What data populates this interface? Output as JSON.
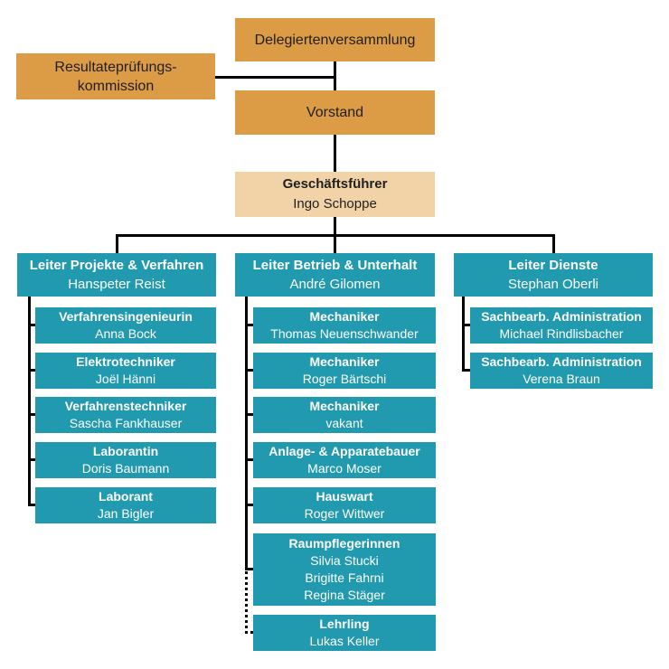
{
  "colors": {
    "orange": "#DC9B45",
    "tan": "#F1D3A7",
    "teal": "#2199AE"
  },
  "top_nodes": {
    "delegiertenversammlung": {
      "title": "Delegiertenversammlung"
    },
    "resultatepruefungskommission": {
      "line1": "Resultateprüfungs-",
      "line2": "kommission"
    },
    "vorstand": {
      "title": "Vorstand"
    },
    "geschaeftsfuehrer": {
      "title": "Geschäftsführer",
      "name": "Ingo Schoppe"
    }
  },
  "columns": [
    {
      "head": {
        "title": "Leiter Projekte & Verfahren",
        "name": "Hanspeter Reist"
      },
      "items": [
        {
          "title": "Verfahrensingenieurin",
          "names": [
            "Anna Bock"
          ]
        },
        {
          "title": "Elektrotechniker",
          "names": [
            "Joël Hänni"
          ]
        },
        {
          "title": "Verfahrenstechniker",
          "names": [
            "Sascha Fankhauser"
          ]
        },
        {
          "title": "Laborantin",
          "names": [
            "Doris Baumann"
          ]
        },
        {
          "title": "Laborant",
          "names": [
            "Jan Bigler"
          ]
        }
      ]
    },
    {
      "head": {
        "title": "Leiter Betrieb & Unterhalt",
        "name": "André Gilomen"
      },
      "items": [
        {
          "title": "Mechaniker",
          "names": [
            "Thomas Neuenschwander"
          ]
        },
        {
          "title": "Mechaniker",
          "names": [
            "Roger Bärtschi"
          ]
        },
        {
          "title": "Mechaniker",
          "names": [
            "vakant"
          ]
        },
        {
          "title": "Anlage- & Apparatebauer",
          "names": [
            "Marco Moser"
          ]
        },
        {
          "title": "Hauswart",
          "names": [
            "Roger Wittwer"
          ]
        },
        {
          "title": "Raumpflegerinnen",
          "names": [
            "Silvia Stucki",
            "Brigitte Fahrni",
            "Regina Stäger"
          ]
        },
        {
          "title": "Lehrling",
          "names": [
            "Lukas Keller"
          ],
          "connection": "dotted"
        }
      ]
    },
    {
      "head": {
        "title": "Leiter Dienste",
        "name": "Stephan Oberli"
      },
      "items": [
        {
          "title": "Sachbearb. Administration",
          "names": [
            "Michael Rindlisbacher"
          ]
        },
        {
          "title": "Sachbearb. Administration",
          "names": [
            "Verena Braun"
          ]
        }
      ]
    }
  ]
}
